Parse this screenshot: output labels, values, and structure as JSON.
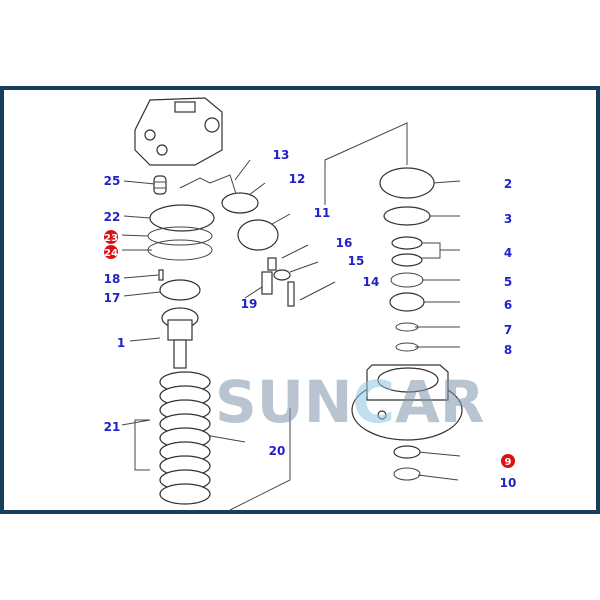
{
  "watermark": {
    "s": "SUN",
    "c": "C",
    "ar": "AR"
  },
  "colors": {
    "frame": "#173f5c",
    "label": "#2222cc",
    "highlight": "#dd1111"
  },
  "labels": {
    "p1": "1",
    "p2": "2",
    "p3": "3",
    "p4": "4",
    "p5": "5",
    "p6": "6",
    "p7": "7",
    "p8": "8",
    "p9": "9",
    "p10": "10",
    "p11": "11",
    "p12": "12",
    "p13": "13",
    "p14": "14",
    "p15": "15",
    "p16": "16",
    "p17": "17",
    "p18": "18",
    "p19": "19",
    "p20": "20",
    "p21": "21",
    "p22": "22",
    "p23": "23",
    "p24": "24",
    "p25": "25"
  }
}
